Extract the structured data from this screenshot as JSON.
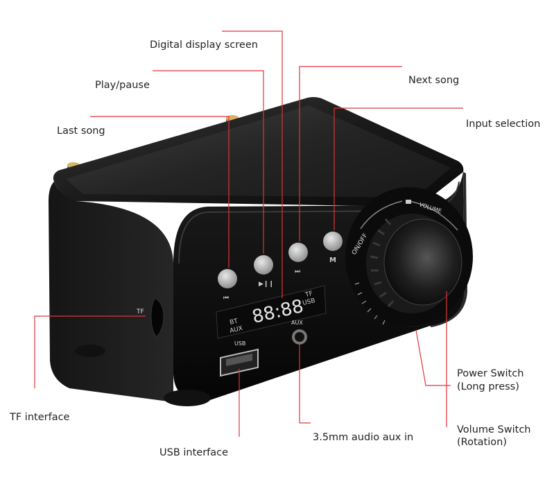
{
  "callouts": {
    "digital_display": "Digital display screen",
    "play_pause": "Play/pause",
    "last_song": "Last song",
    "next_song": "Next song",
    "input_selection": "Input selection",
    "tf_interface": "TF interface",
    "usb_interface": "USB interface",
    "aux_in": "3.5mm audio  aux in",
    "power_switch_line1": "Power Switch",
    "power_switch_line2": "(Long press)",
    "volume_switch_line1": "Volume Switch",
    "volume_switch_line2": "(Rotation)"
  },
  "device": {
    "display_digits": "88:88",
    "display_bt": "BT",
    "display_aux": "AUX",
    "display_tf": "TF",
    "display_usb": "USB",
    "port_usb": "USB",
    "port_aux": "AUX",
    "port_tf": "TF",
    "knob_onoff": "ON/OFF",
    "knob_volume": "VOLUME",
    "button_m": "M"
  },
  "colors": {
    "leader_line": "#e0343a",
    "body": "#0d0d0d",
    "text": "#222222"
  }
}
